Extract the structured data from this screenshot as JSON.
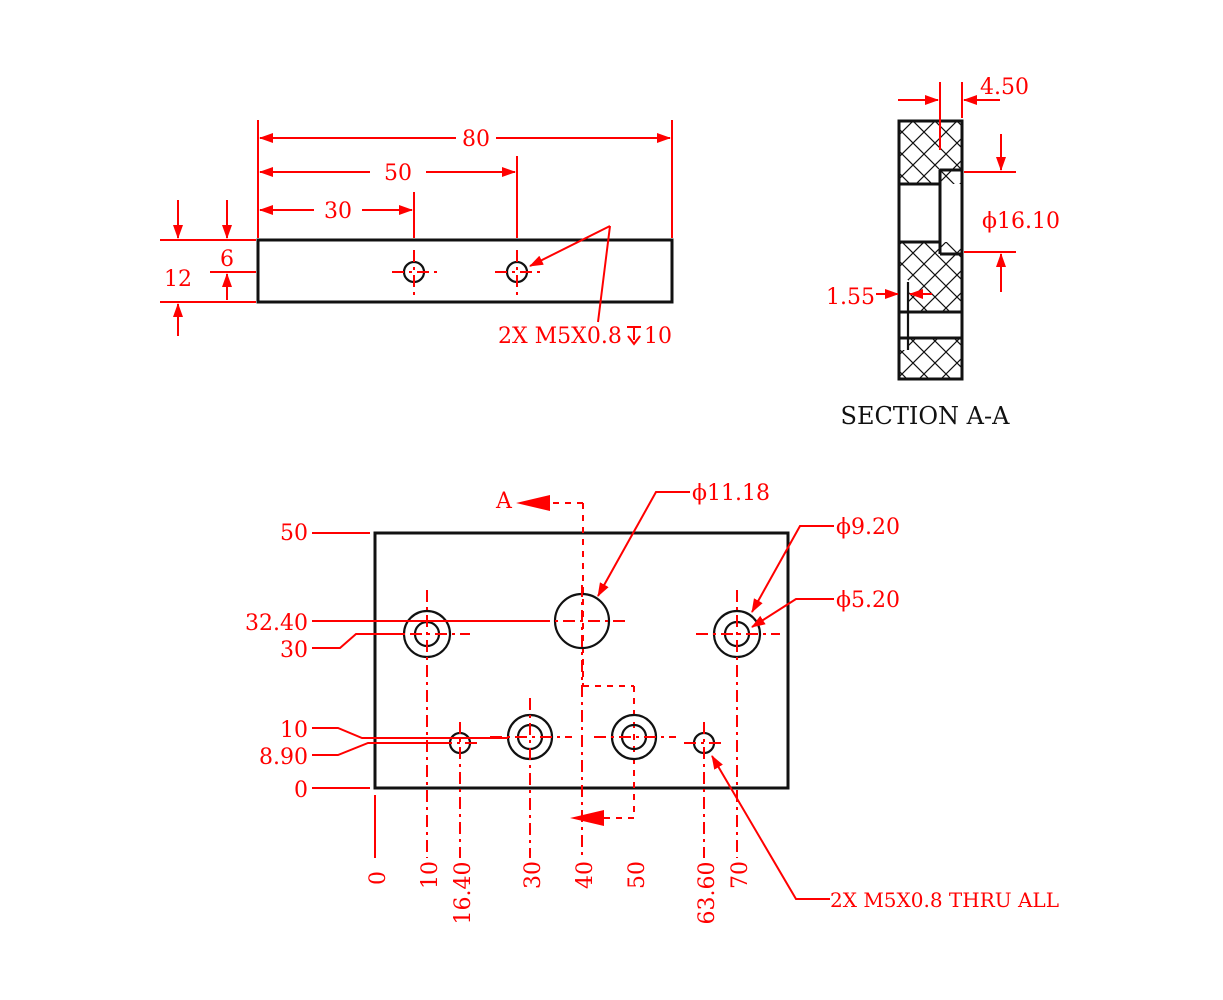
{
  "colors": {
    "dimension": "#ff0000",
    "object": "#111111"
  },
  "top_view": {
    "width_80": "80",
    "dist_50": "50",
    "dist_30": "30",
    "height_12": "12",
    "hole_6": "6",
    "callout": "2X M5X0.8",
    "callout_depth": "10"
  },
  "section": {
    "title": "SECTION A-A",
    "dim_450": "4.50",
    "dim_1610": "16.10",
    "dim_155": "1.55",
    "diameter_symbol": "ϕ"
  },
  "front_view": {
    "section_marker": "A",
    "diam_1118": "11.18",
    "diam_920": "9.20",
    "diam_520": "5.20",
    "thru_callout": "2X M5X0.8 THRU ALL",
    "y_ordinates": [
      "50",
      "32.40",
      "30",
      "10",
      "8.90",
      "0"
    ],
    "x_ordinates": [
      "0",
      "10",
      "16.40",
      "30",
      "40",
      "50",
      "63.60",
      "70"
    ]
  }
}
